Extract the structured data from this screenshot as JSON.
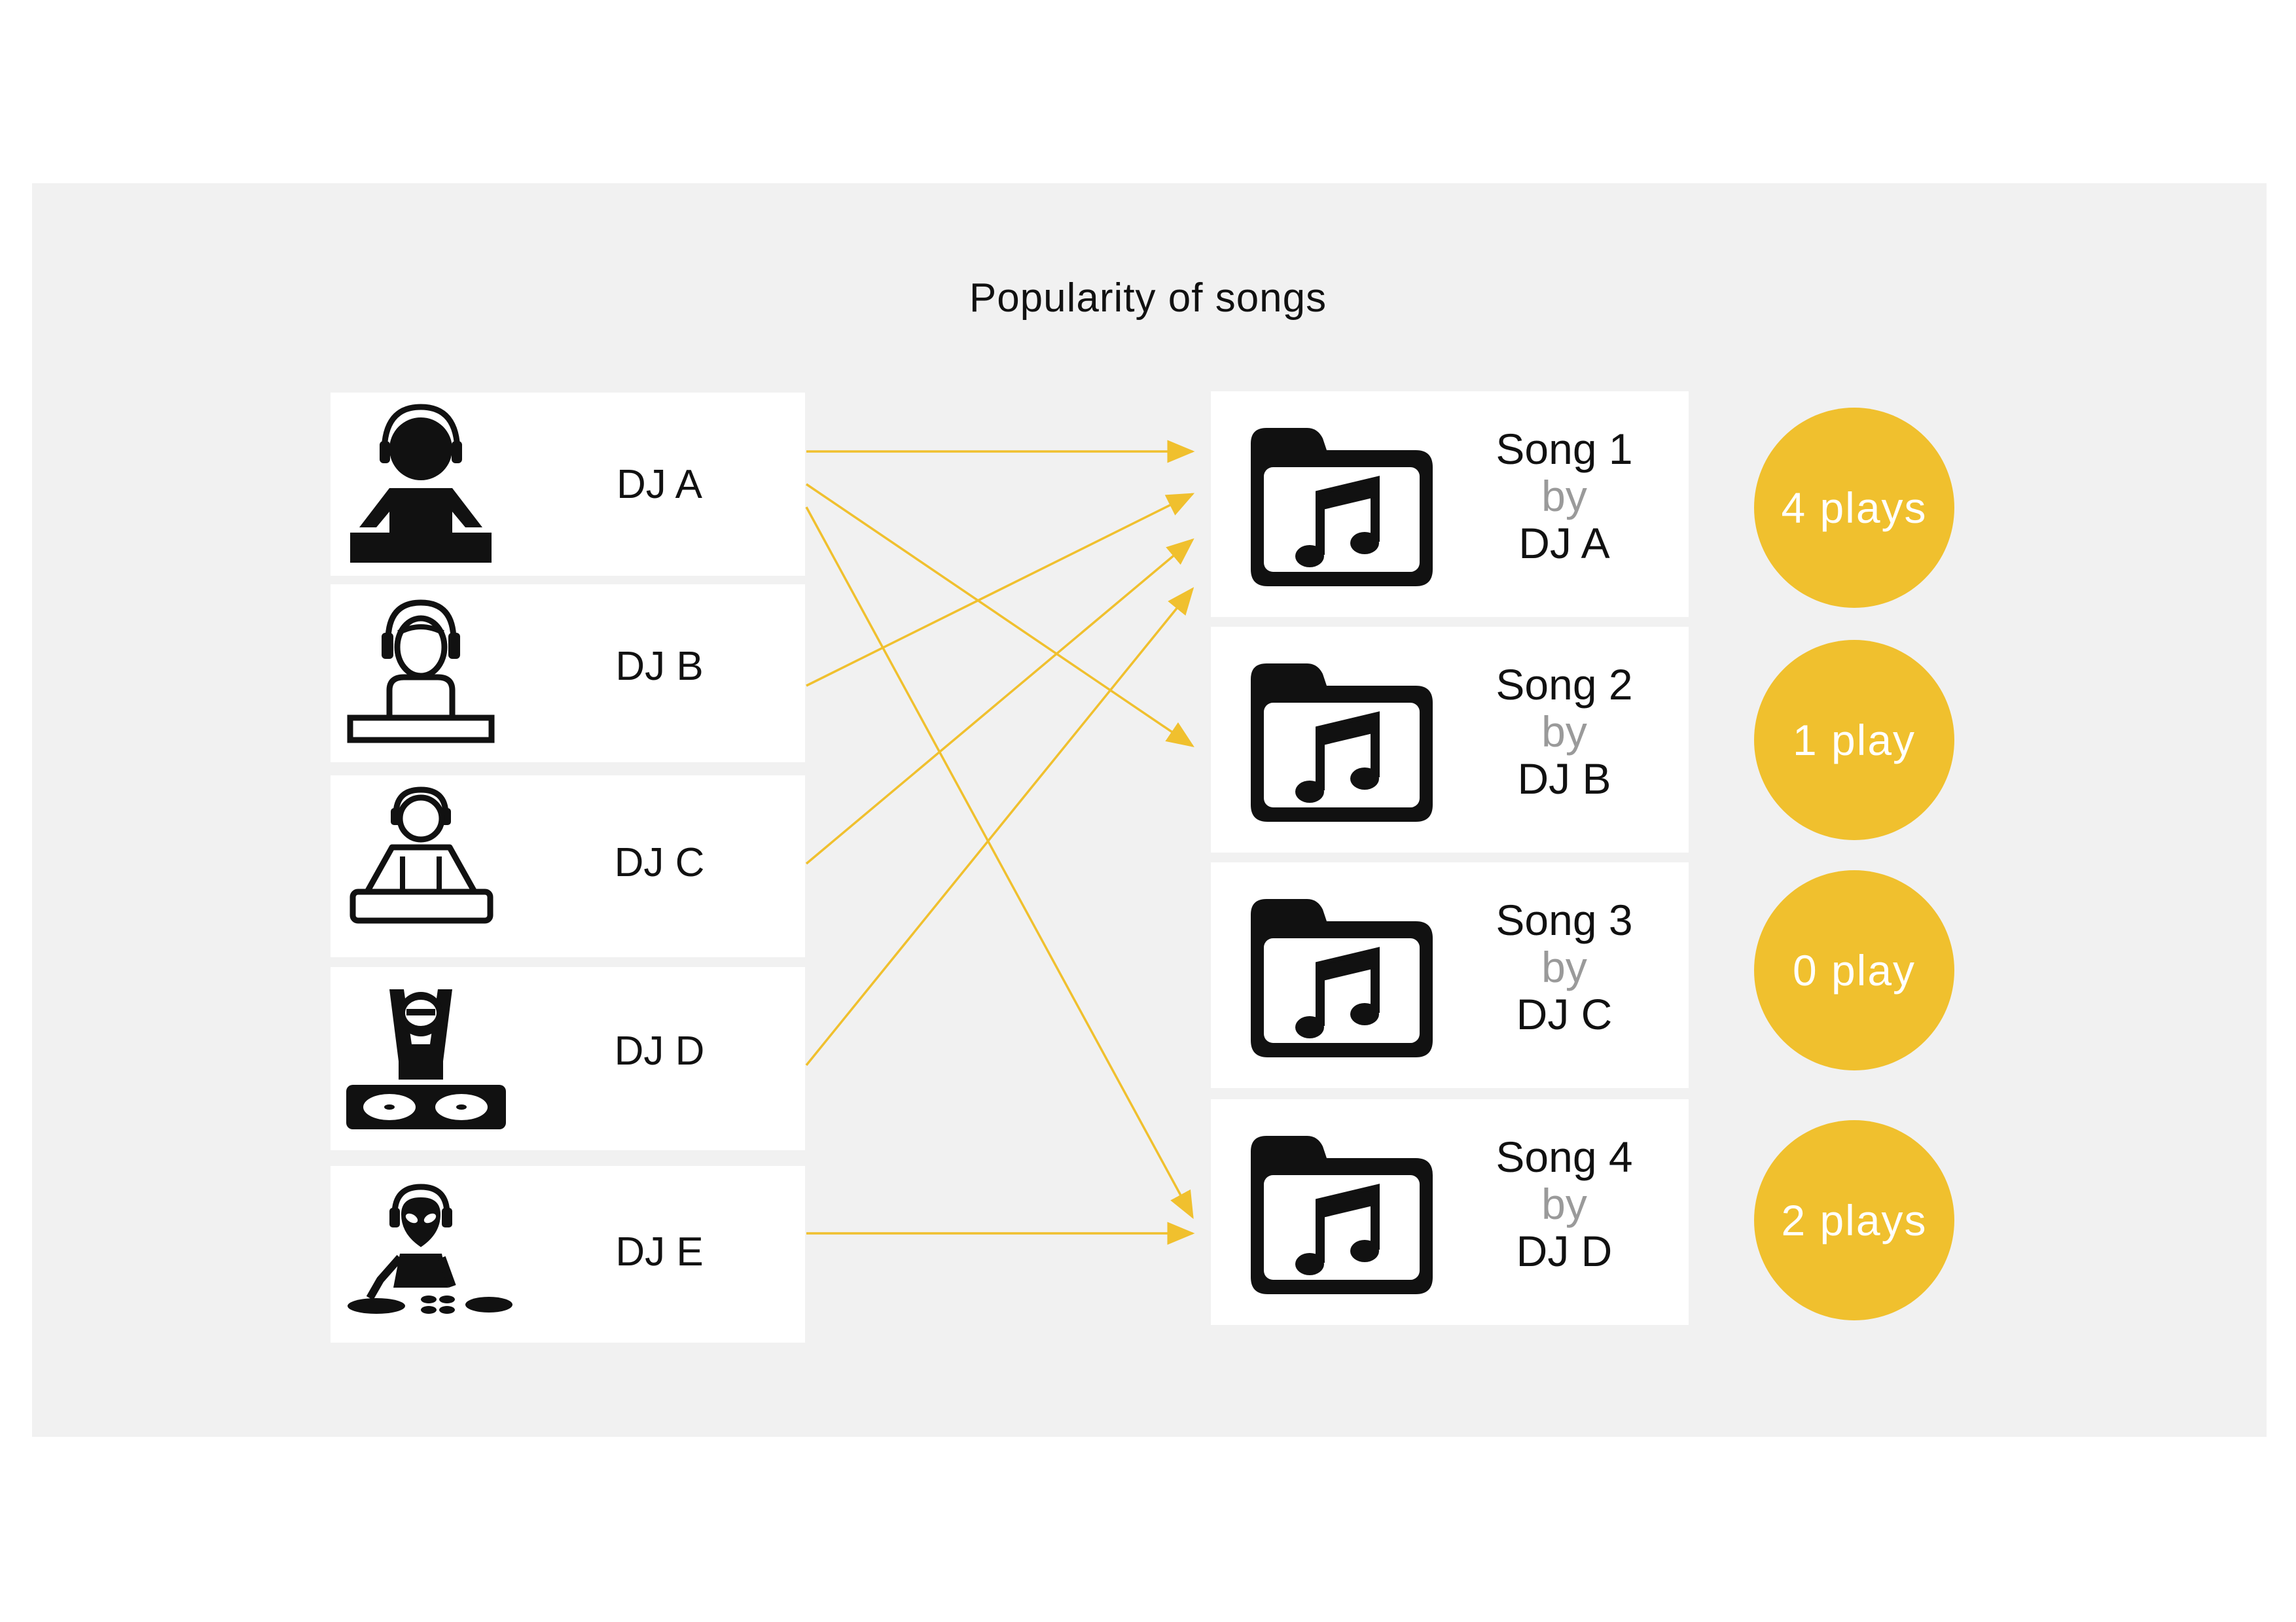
{
  "title": "Popularity of songs",
  "colors": {
    "panel": "#f1f1f1",
    "accent": "#f0c02e",
    "arrow": "#f0c02e",
    "muted": "#9a9a9a"
  },
  "djs": [
    {
      "label": "DJ A",
      "icon": "dj-headphones-solid-icon"
    },
    {
      "label": "DJ B",
      "icon": "dj-outline-console-icon"
    },
    {
      "label": "DJ C",
      "icon": "dj-outline-desk-icon"
    },
    {
      "label": "DJ D",
      "icon": "dj-turntables-icon"
    },
    {
      "label": "DJ E",
      "icon": "dj-alien-icon"
    }
  ],
  "songs": [
    {
      "title": "Song 1",
      "by": "by",
      "artist": "DJ A",
      "plays": "4 plays",
      "icon": "music-folder-icon"
    },
    {
      "title": "Song 2",
      "by": "by",
      "artist": "DJ B",
      "plays": "1 play",
      "icon": "music-folder-icon"
    },
    {
      "title": "Song 3",
      "by": "by",
      "artist": "DJ C",
      "plays": "0 play",
      "icon": "music-folder-icon"
    },
    {
      "title": "Song 4",
      "by": "by",
      "artist": "DJ D",
      "plays": "2 plays",
      "icon": "music-folder-icon"
    }
  ],
  "connections": [
    {
      "from": "DJ A",
      "to": "Song 1"
    },
    {
      "from": "DJ A",
      "to": "Song 2"
    },
    {
      "from": "DJ A",
      "to": "Song 4"
    },
    {
      "from": "DJ B",
      "to": "Song 1"
    },
    {
      "from": "DJ C",
      "to": "Song 1"
    },
    {
      "from": "DJ D",
      "to": "Song 1"
    },
    {
      "from": "DJ E",
      "to": "Song 4"
    }
  ]
}
